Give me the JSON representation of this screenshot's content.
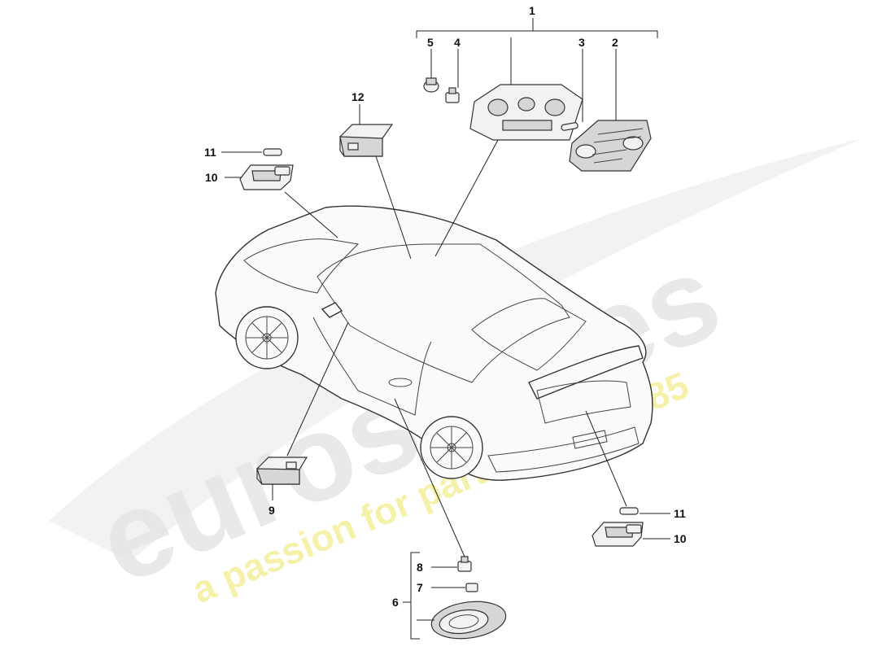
{
  "watermark": {
    "brand": "eurospares",
    "tagline": "a passion for parts since 1985"
  },
  "callouts": {
    "c1": "1",
    "c2": "2",
    "c3": "3",
    "c4": "4",
    "c5": "5",
    "c6": "6",
    "c7": "7",
    "c8": "8",
    "c9": "9",
    "c10a": "10",
    "c10b": "10",
    "c11a": "11",
    "c11b": "11",
    "c12": "12"
  },
  "colors": {
    "watermark_grey": "#e6e6e6",
    "watermark_yellow": "#f4f0a0",
    "line": "#222222"
  }
}
